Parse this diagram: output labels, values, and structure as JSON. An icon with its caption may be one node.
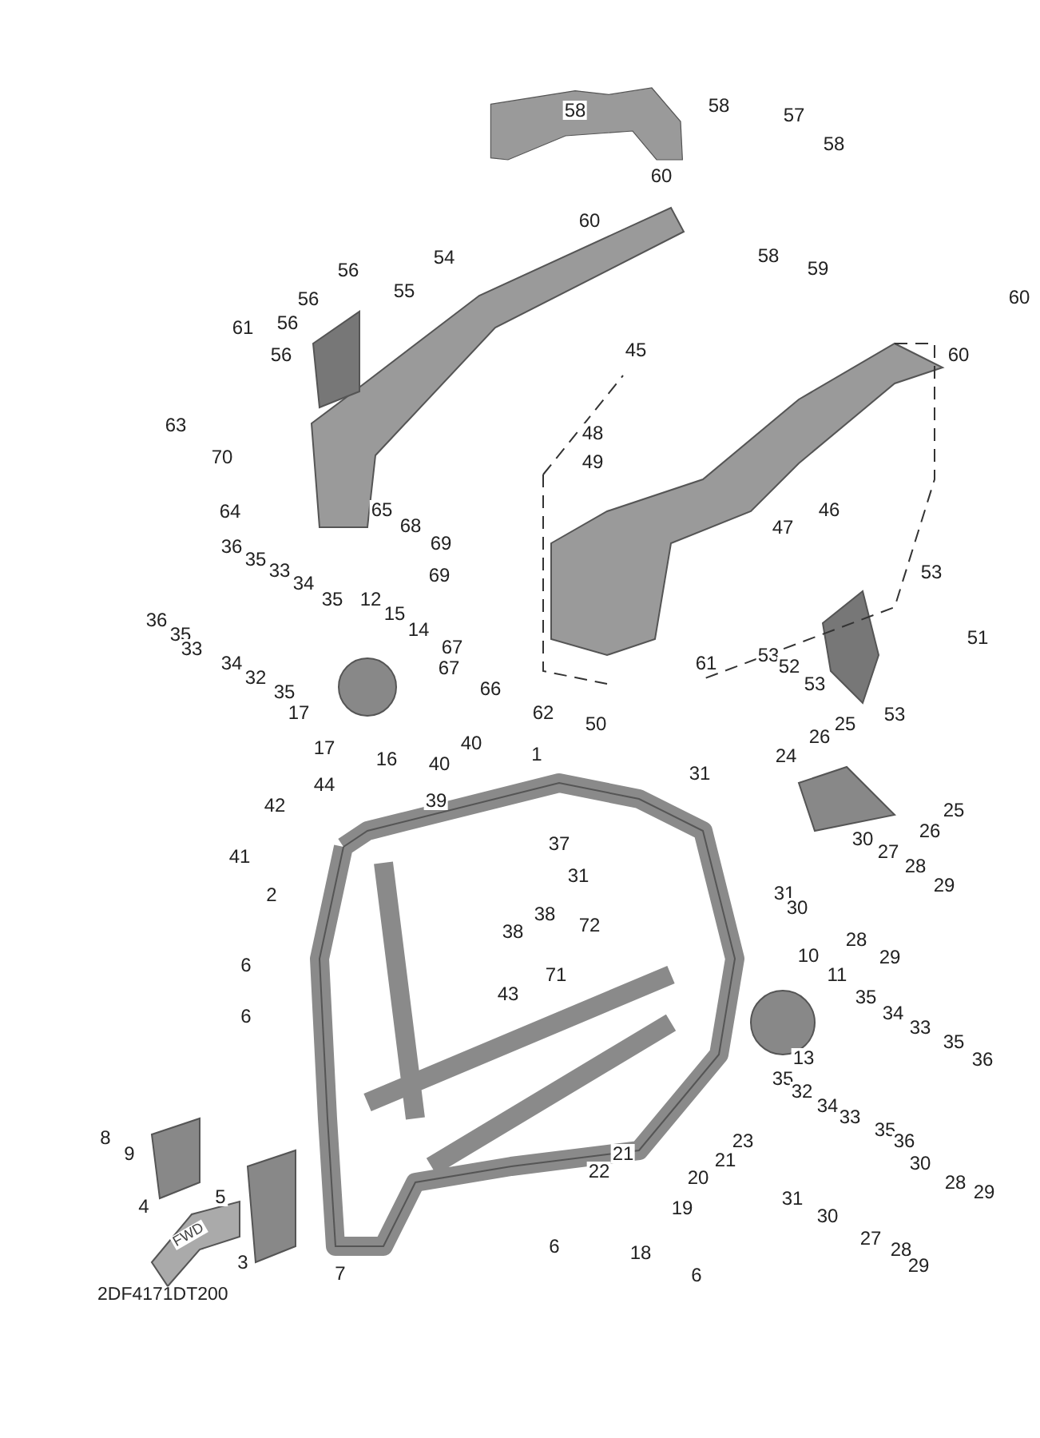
{
  "diagram": {
    "labels": [
      "58",
      "58",
      "57",
      "58",
      "60",
      "60",
      "58",
      "59",
      "54",
      "56",
      "55",
      "56",
      "56",
      "61",
      "56",
      "60",
      "45",
      "60",
      "63",
      "48",
      "70",
      "49",
      "64",
      "46",
      "65",
      "47",
      "68",
      "69",
      "36",
      "35",
      "33",
      "69",
      "34",
      "53",
      "35",
      "12",
      "15",
      "36",
      "14",
      "35",
      "67",
      "33",
      "53",
      "61",
      "52",
      "34",
      "51",
      "67",
      "66",
      "32",
      "35",
      "53",
      "17",
      "62",
      "17",
      "16",
      "50",
      "53",
      "40",
      "25",
      "26",
      "40",
      "31",
      "24",
      "39",
      "44",
      "25",
      "42",
      "1",
      "26",
      "30",
      "27",
      "41",
      "37",
      "28",
      "29",
      "31",
      "2",
      "30",
      "31",
      "28",
      "38",
      "72",
      "38",
      "29",
      "71",
      "43",
      "6",
      "10",
      "11",
      "6",
      "35",
      "34",
      "33",
      "13",
      "35",
      "36",
      "35",
      "32",
      "34",
      "33",
      "35",
      "36",
      "8",
      "9",
      "23",
      "21",
      "22",
      "21",
      "20",
      "30",
      "29",
      "28",
      "4",
      "5",
      "19",
      "31",
      "30",
      "3",
      "7",
      "27",
      "28",
      "29",
      "6",
      "18",
      "6",
      "FWD",
      "2DF4171DT200"
    ]
  }
}
